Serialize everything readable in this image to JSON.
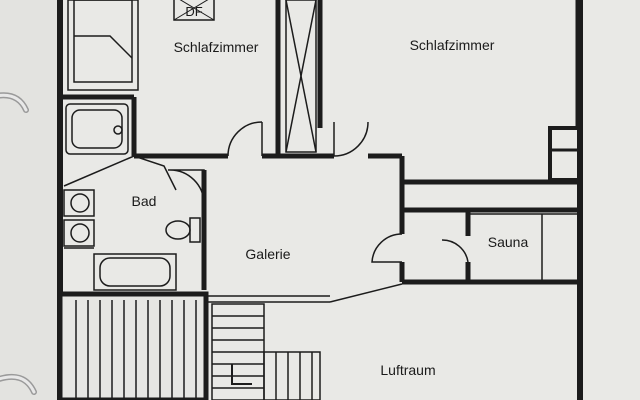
{
  "plan": {
    "rooms": {
      "bedroom_left": "Schlafzimmer",
      "bedroom_right": "Schlafzimmer",
      "bath": "Bad",
      "gallery": "Galerie",
      "sauna": "Sauna",
      "void": "Luftraum"
    },
    "stamp": "DF"
  },
  "colors": {
    "paper": "#eeeeec",
    "wall": "#1c1c1c",
    "binder_ring": "#cfcfcf"
  }
}
